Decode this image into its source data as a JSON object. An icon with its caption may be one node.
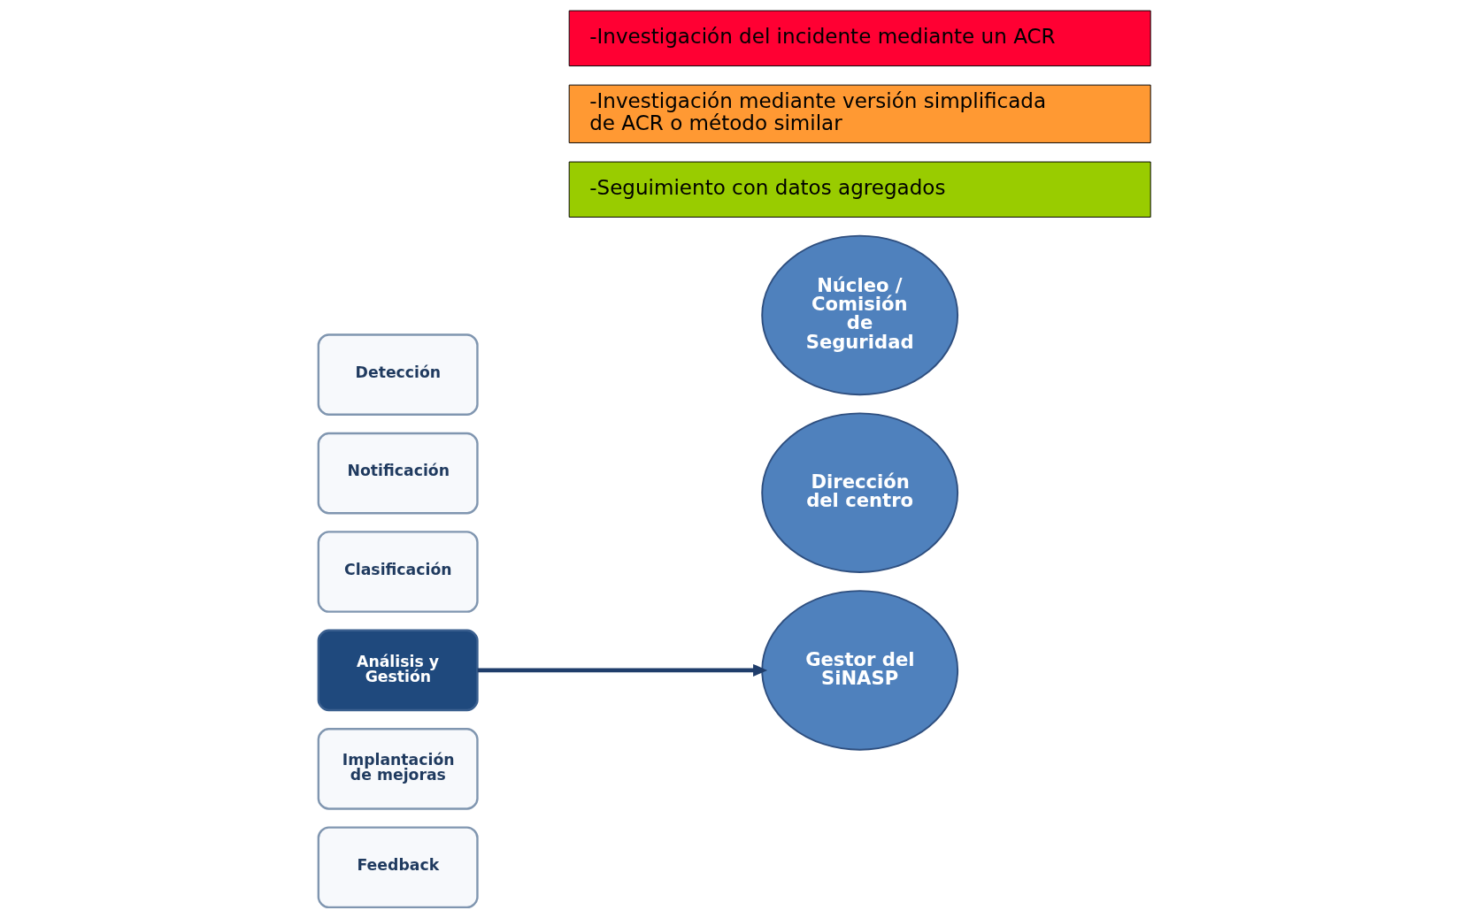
{
  "diagram": {
    "nodes": [
      {
        "text": [
          "Detección"
        ]
      },
      {
        "text": [
          "Notificación"
        ]
      },
      {
        "text": [
          "Clasificación"
        ]
      },
      {
        "text": [
          "Análisis y Gestión"
        ]
      },
      {
        "text": [
          "Implantación de mejoras"
        ]
      },
      {
        "text": [
          "Feedback"
        ]
      },
      {
        "text": [
          "-Investigación del incidente mediante un ACR"
        ]
      },
      {
        "text": [
          "-Investigación mediante versión simplificada de ACR o método similar"
        ]
      },
      {
        "text": [
          "-Seguimiento con datos agregados"
        ]
      },
      {
        "text": [
          "Gestor del SiNASP"
        ]
      },
      {
        "text": [
          "Núcleo / Comisión de Seguridad"
        ]
      },
      {
        "text": [
          "Dirección del centro"
        ]
      }
    ],
    "edges": [
      {
        "from": 3,
        "to": 9,
        "arrow": "to"
      }
    ]
  }
}
